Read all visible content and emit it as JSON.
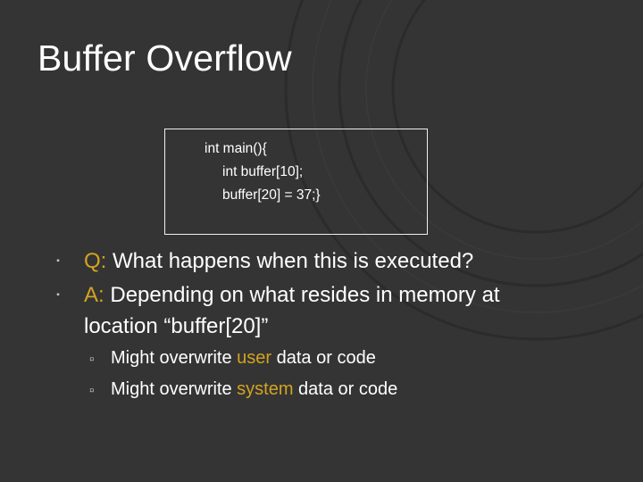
{
  "title": "Buffer Overflow",
  "code": {
    "line1": "int main(){",
    "line2": "int buffer[10];",
    "line3": "buffer[20] = 37;}"
  },
  "bullets": [
    {
      "label": "Q:",
      "text": " What happens when this is executed?"
    },
    {
      "label": "A:",
      "text": " Depending on what resides in memory at",
      "text_cont": "location “buffer[20]”"
    }
  ],
  "sub_bullets": [
    {
      "before": "Might overwrite ",
      "highlight": "user",
      "after": " data or code"
    },
    {
      "before": "Might overwrite ",
      "highlight": "system",
      "after": " data or code"
    }
  ],
  "colors": {
    "background": "#343434",
    "accent": "#d3a321",
    "text": "#ffffff"
  }
}
